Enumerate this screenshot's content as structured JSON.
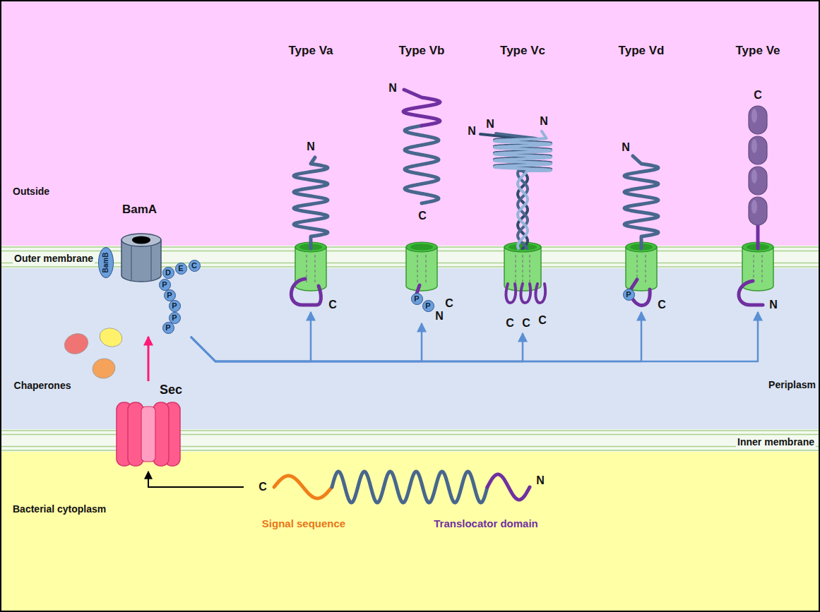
{
  "diagram": {
    "nodes": [
      {
        "text": [
          "Outside"
        ]
      },
      {
        "text": [
          "Outer membrane"
        ]
      },
      {
        "text": [
          "Periplasm"
        ]
      },
      {
        "text": [
          "Inner membrane"
        ]
      },
      {
        "text": [
          "Bacterial cytoplasm"
        ]
      },
      {
        "text": [
          "BamA"
        ]
      },
      {
        "text": [
          "BamB"
        ],
        "in": 5
      },
      {
        "text": [
          "D"
        ],
        "in": 5
      },
      {
        "text": [
          "E"
        ],
        "in": 5
      },
      {
        "text": [
          "C"
        ],
        "in": 5
      },
      {
        "text": [
          "P"
        ],
        "in": 5
      },
      {
        "text": [
          "P"
        ],
        "in": 5
      },
      {
        "text": [
          "P"
        ],
        "in": 5
      },
      {
        "text": [
          "P"
        ],
        "in": 5
      },
      {
        "text": [
          "P"
        ],
        "in": 5
      },
      {
        "text": [
          "Type Va"
        ]
      },
      {
        "text": [
          "Type Vb"
        ]
      },
      {
        "text": [
          "P"
        ],
        "in": 16
      },
      {
        "text": [
          "P"
        ],
        "in": 16
      },
      {
        "text": [
          "Type Vc"
        ]
      },
      {
        "text": [
          "Type Vd"
        ]
      },
      {
        "text": [
          "P"
        ],
        "in": 20
      },
      {
        "text": [
          "Type Ve"
        ]
      },
      {
        "text": [
          "Sec"
        ]
      }
    ],
    "edges": [
      {
        "from": 23,
        "to": 5,
        "arrow": "to"
      },
      {
        "from": 5,
        "to": 15,
        "arrow": "to"
      },
      {
        "from": 5,
        "to": 16,
        "arrow": "to"
      },
      {
        "from": 5,
        "to": 19,
        "arrow": "to"
      },
      {
        "from": 5,
        "to": 20,
        "arrow": "to"
      },
      {
        "from": 5,
        "to": 22,
        "arrow": "to"
      }
    ],
    "labels": [
      "N",
      "C",
      "N",
      "C",
      "N",
      "C",
      "N",
      "N",
      "N",
      "C",
      "C",
      "C",
      "N",
      "C",
      "C",
      "N",
      "Chaperones",
      "C",
      "N",
      "Signal sequence",
      "Translocator domain"
    ]
  }
}
